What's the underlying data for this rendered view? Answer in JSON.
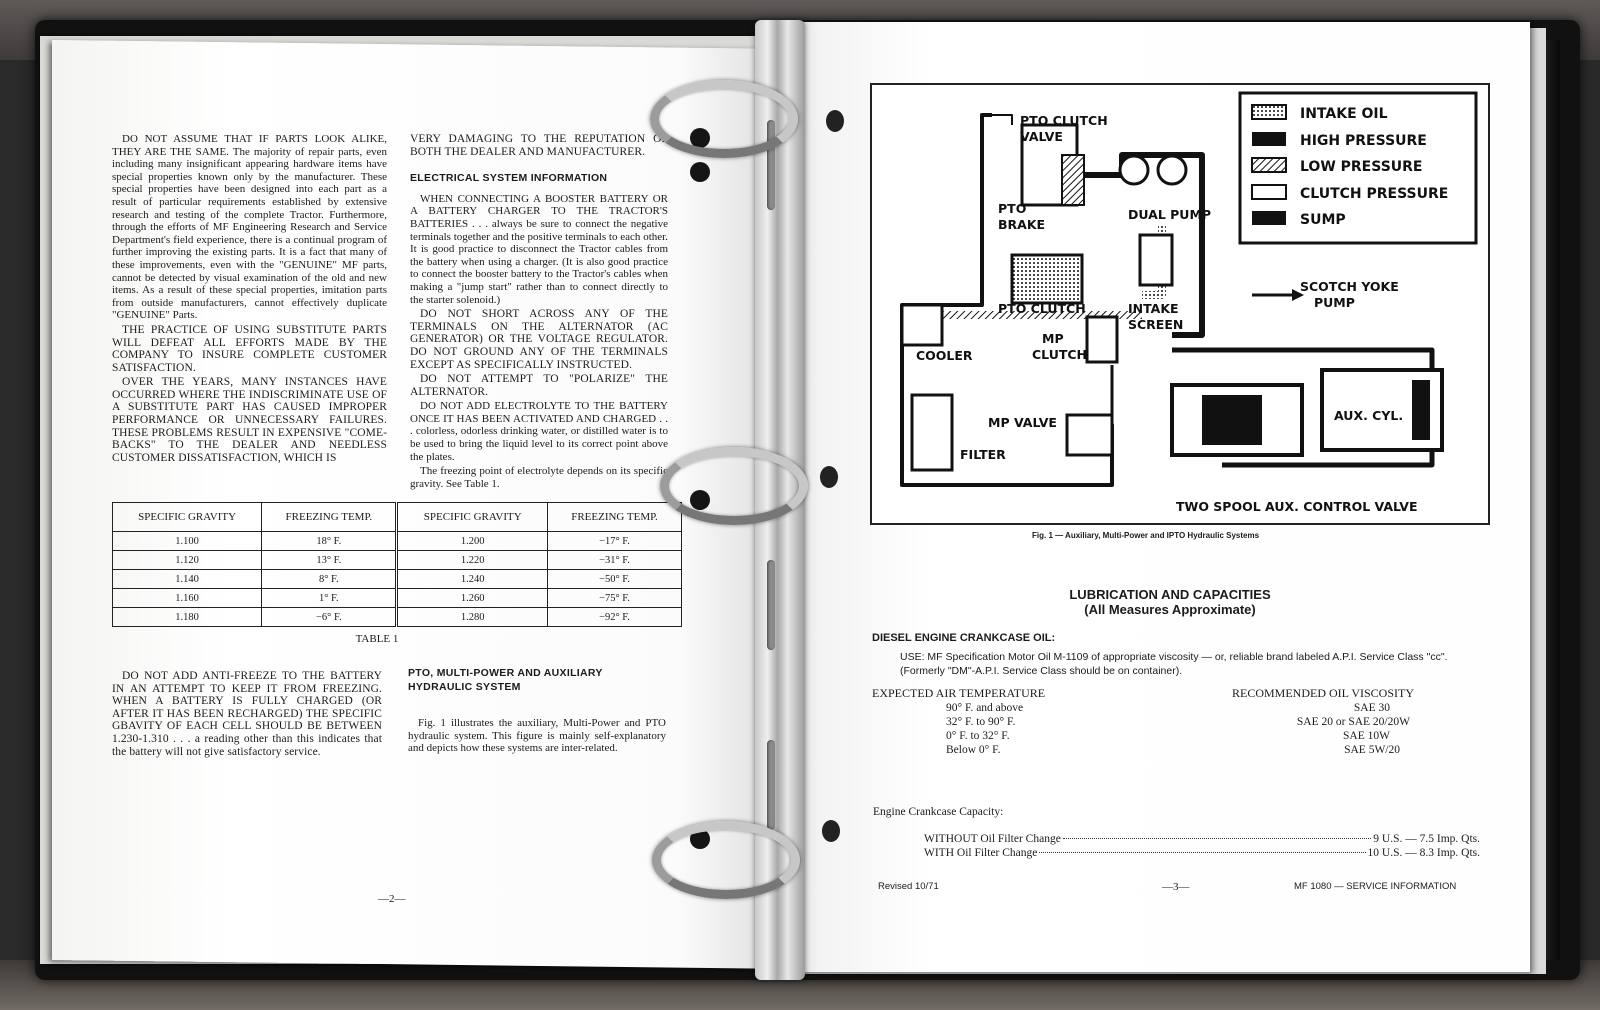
{
  "left_page": {
    "col1_para1": "DO NOT ASSUME THAT IF PARTS LOOK ALIKE, THEY ARE THE SAME. The majority of repair parts, even including many insignificant appearing hardware items have special properties known only by the manufacturer. These special properties have been designed into each part as a result of particular requirements established by extensive research and testing of the complete Tractor. Furthermore, through the efforts of MF Engineering Research and Service Department's field experience, there is a continual program of further improving the existing parts. It is a fact that many of these improvements, even with the \"GENUINE\" MF parts, cannot be detected by visual examination of the old and new items. As a result of these special properties, imitation parts from outside manufacturers, cannot effectively duplicate \"GENUINE\" Parts.",
    "col1_para2": "THE PRACTICE OF USING SUBSTITUTE PARTS WILL DEFEAT ALL EFFORTS MADE BY THE COMPANY TO INSURE COMPLETE CUSTOMER SATISFACTION.",
    "col1_para3": "OVER THE YEARS, MANY INSTANCES HAVE OCCURRED WHERE THE INDISCRIMINATE USE OF A SUBSTITUTE PART HAS CAUSED IMPROPER PERFORMANCE OR UNNECESSARY FAILURES. THESE PROBLEMS RESULT IN EXPENSIVE \"COME-BACKS\" TO THE DEALER AND NEEDLESS CUSTOMER DISSATISFACTION, WHICH IS",
    "col2_top": "VERY DAMAGING TO THE REPUTATION OF BOTH THE DEALER AND MANUFACTURER.",
    "elec_heading": "ELECTRICAL SYSTEM INFORMATION",
    "elec_para1": "WHEN CONNECTING A BOOSTER BATTERY OR A BATTERY CHARGER TO THE TRACTOR'S BATTERIES . . . always be sure to connect the negative terminals together and the positive terminals to each other. It is good practice to disconnect the Tractor cables from the battery when using a charger. (It is also good practice to connect the booster battery to the Tractor's cables when making a \"jump start\" rather than to connect directly to the starter solenoid.)",
    "elec_para2": "DO NOT SHORT ACROSS ANY OF THE TERMINALS ON THE ALTERNATOR (AC GENERATOR) OR THE VOLTAGE REGULATOR. DO NOT GROUND ANY OF THE TERMINALS EXCEPT AS SPECIFICALLY INSTRUCTED.",
    "elec_para3": "DO NOT ATTEMPT TO \"POLARIZE\" THE ALTERNATOR.",
    "elec_para4": "DO NOT ADD ELECTROLYTE TO THE BATTERY ONCE IT HAS BEEN ACTIVATED AND CHARGED . . . colorless, odorless drinking water, or distilled water is to be used to bring the liquid level to its correct point above the plates.",
    "elec_para5": "The freezing point of electrolyte depends on its specific gravity. See Table 1.",
    "table": {
      "headers": [
        "SPECIFIC GRAVITY",
        "FREEZING TEMP.",
        "SPECIFIC GRAVITY",
        "FREEZING TEMP."
      ],
      "rows": [
        [
          "1.100",
          "18° F.",
          "1.200",
          "−17° F."
        ],
        [
          "1.120",
          "13° F.",
          "1.220",
          "−31° F."
        ],
        [
          "1.140",
          "8° F.",
          "1.240",
          "−50° F."
        ],
        [
          "1.160",
          "1° F.",
          "1.260",
          "−75° F."
        ],
        [
          "1.180",
          "−6° F.",
          "1.280",
          "−92° F."
        ]
      ],
      "caption": "TABLE 1"
    },
    "antifreeze_para": "DO NOT ADD ANTI-FREEZE TO THE BATTERY IN AN ATTEMPT TO KEEP IT FROM FREEZING. WHEN A BATTERY IS FULLY CHARGED (OR AFTER IT HAS BEEN RECHARGED) THE SPECIFIC GBAVITY OF EACH CELL SHOULD BE BETWEEN 1.230-1.310 . . . a reading other than this indicates that the battery will not give satisfactory service.",
    "pto_heading": "PTO, MULTI-POWER AND AUXILIARY HYDRAULIC SYSTEM",
    "pto_para": "Fig. 1 illustrates the auxiliary, Multi-Power and PTO hydraulic system. This figure is mainly self-explanatory and depicts how these systems are inter-related.",
    "page_number": "—2—"
  },
  "right_page": {
    "figure": {
      "legend": [
        "INTAKE OIL",
        "HIGH PRESSURE",
        "LOW PRESSURE",
        "CLUTCH PRESSURE",
        "SUMP"
      ],
      "labels": {
        "pto_clutch_valve_1": "PTO CLUTCH",
        "pto_clutch_valve_2": "VALVE",
        "pto_brake_1": "PTO",
        "pto_brake_2": "BRAKE",
        "dual_pump": "DUAL PUMP",
        "pto_clutch": "PTO CLUTCH",
        "intake_screen_1": "INTAKE",
        "intake_screen_2": "SCREEN",
        "scotch_yoke_1": "SCOTCH YOKE",
        "scotch_yoke_2": "PUMP",
        "cooler": "COOLER",
        "mp_clutch_1": "MP",
        "mp_clutch_2": "CLUTCH",
        "mp_valve": "MP VALVE",
        "filter": "FILTER",
        "aux_cyl": "AUX. CYL.",
        "control_valve": "TWO SPOOL AUX. CONTROL VALVE"
      },
      "caption": "Fig. 1 — Auxiliary, Multi-Power and IPTO Hydraulic Systems"
    },
    "lube_title_1": "LUBRICATION AND CAPACITIES",
    "lube_title_2": "(All Measures Approximate)",
    "crankcase_heading": "DIESEL ENGINE CRANKCASE OIL:",
    "use_text": "USE: MF Specification Motor Oil M-1109 of appropriate viscosity — or, reliable brand labeled A.P.I. Service Class \"cc\". (Formerly \"DM\"-A.P.I. Service Class should be on container).",
    "temp_header": "EXPECTED AIR TEMPERATURE",
    "visc_header": "RECOMMENDED OIL VISCOSITY",
    "temps": [
      "90° F. and above",
      "32° F. to 90° F.",
      "0° F. to 32° F.",
      "Below 0° F."
    ],
    "viscosities": [
      "SAE 30",
      "SAE 20 or SAE 20/20W",
      "SAE 10W",
      "SAE 5W/20"
    ],
    "capacity_label": "Engine Crankcase Capacity:",
    "capacity_rows": [
      {
        "label": "WITHOUT Oil Filter Change",
        "value": "9 U.S. — 7.5 Imp. Qts."
      },
      {
        "label": "WITH Oil Filter Change",
        "value": "10 U.S. — 8.3 Imp. Qts."
      }
    ],
    "footer_left": "Revised 10/71",
    "page_number": "—3—",
    "footer_right": "MF 1080 — SERVICE INFORMATION"
  }
}
